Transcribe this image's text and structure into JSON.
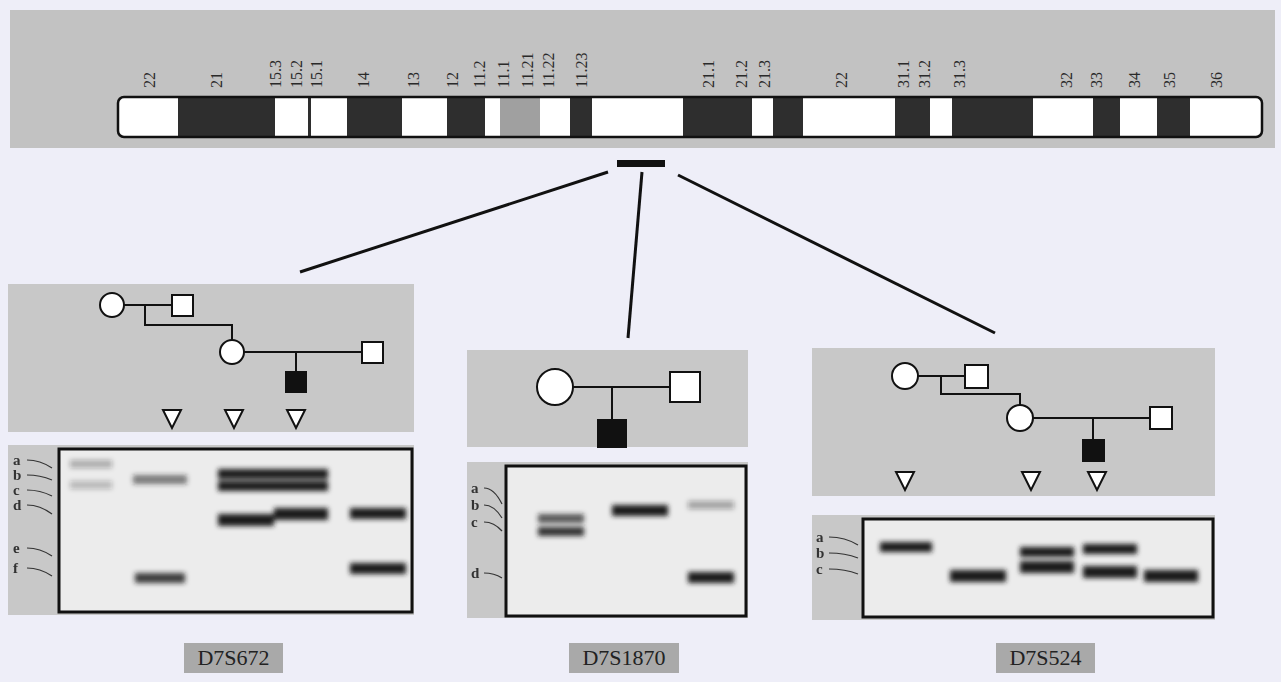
{
  "diagram": {
    "nodes": [
      {
        "text": [
          "D7S672"
        ]
      },
      {
        "text": [
          "D7S1870"
        ]
      },
      {
        "text": [
          "D7S524"
        ]
      }
    ],
    "labels": [
      "22",
      "21",
      "15.3",
      "15.2",
      "15.1",
      "14",
      "13",
      "12",
      "11.2",
      "11.1",
      "11.21",
      "11.22",
      "11.23",
      "21.1",
      "21.2",
      "21.3",
      "22",
      "31.1",
      "31.2",
      "31.3",
      "32",
      "33",
      "34",
      "35",
      "36",
      "a",
      "b",
      "c",
      "d",
      "e",
      "f",
      "a",
      "b",
      "c",
      "d",
      "a",
      "b",
      "c"
    ]
  }
}
